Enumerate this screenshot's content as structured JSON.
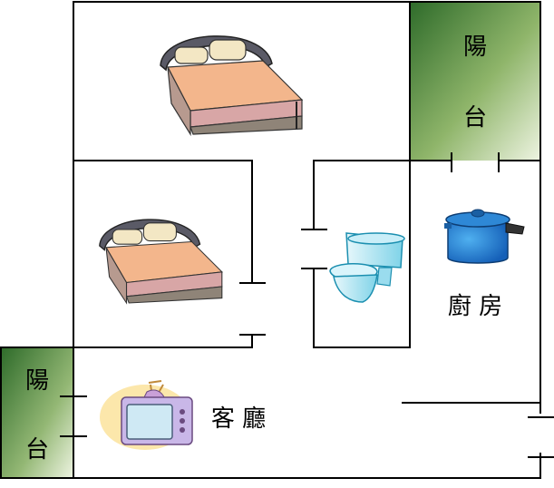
{
  "rooms": {
    "balcony_top": {
      "label_line1": "陽",
      "label_line2": "台"
    },
    "balcony_left": {
      "label_line1": "陽",
      "label_line2": "台"
    },
    "kitchen": {
      "label": "廚 房"
    },
    "living_room": {
      "label": "客 廳"
    }
  },
  "icons": {
    "bedroom_top": "bed-icon",
    "bedroom_middle": "bed-icon",
    "bathroom": "toilet-icon",
    "kitchen": "cooking-pot-icon",
    "living_room": "television-icon"
  },
  "colors": {
    "wall": "#000000",
    "balcony_dark": "#2e6b2a",
    "balcony_light": "#eef4e2",
    "background": "#ffffff"
  }
}
